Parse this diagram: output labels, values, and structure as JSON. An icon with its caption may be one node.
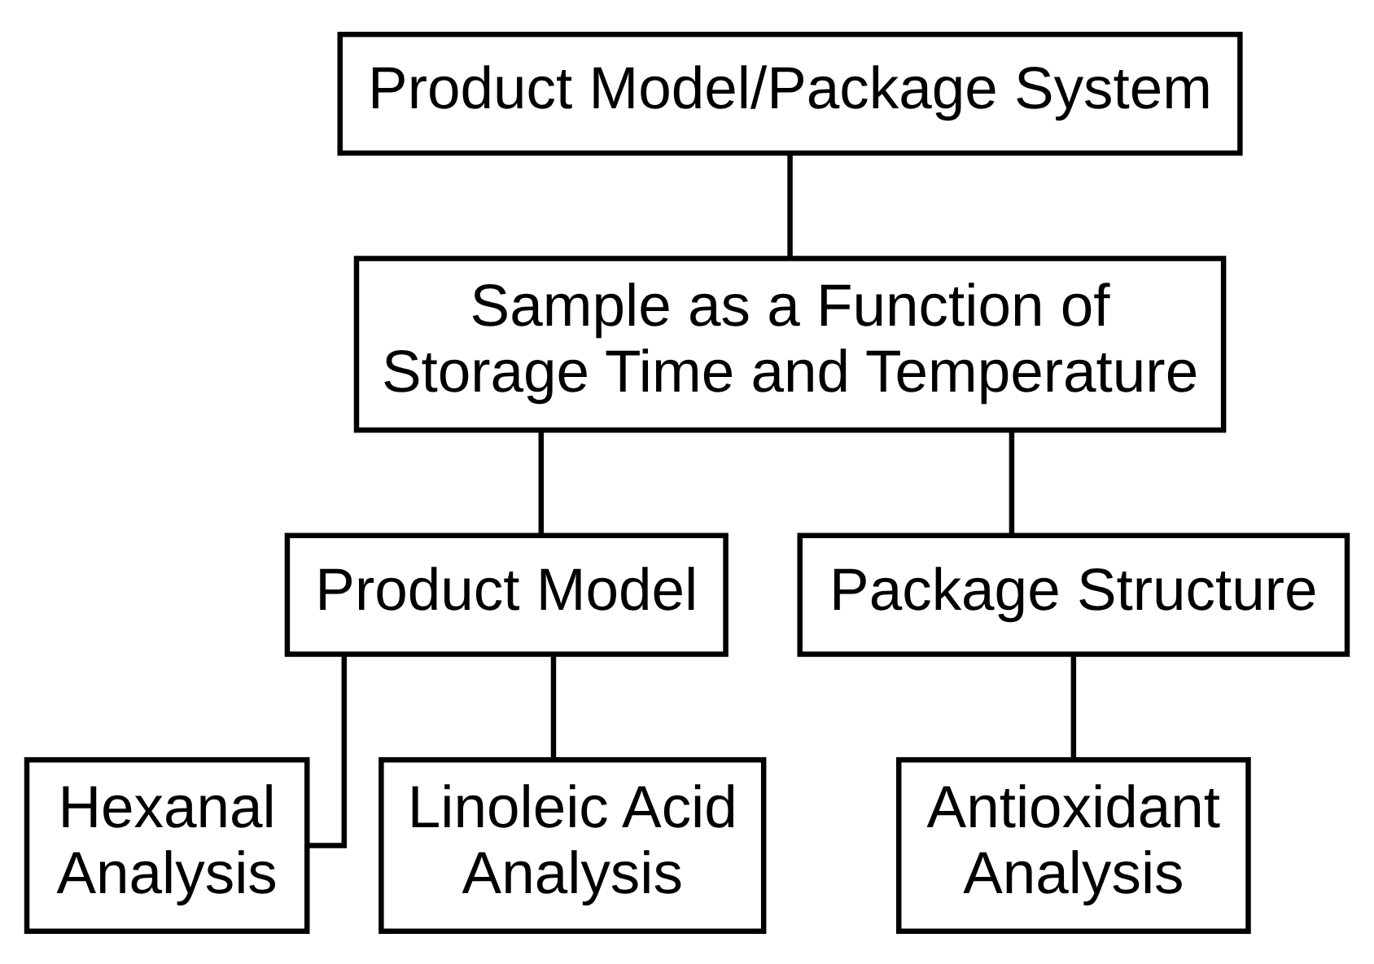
{
  "diagram": {
    "nodes": [
      {
        "text": [
          "Product Model/Package System"
        ]
      },
      {
        "text": [
          "Sample as a Function of Storage Time and Temperature"
        ]
      },
      {
        "text": [
          "Product Model"
        ]
      },
      {
        "text": [
          "Package Structure"
        ]
      },
      {
        "text": [
          "Hexanal Analysis"
        ]
      },
      {
        "text": [
          "Linoleic Acid Analysis"
        ]
      },
      {
        "text": [
          "Antioxidant Analysis"
        ]
      }
    ],
    "edges": [
      {
        "from": 0,
        "to": 1,
        "arrow": "none"
      },
      {
        "from": 1,
        "to": 2,
        "arrow": "none"
      },
      {
        "from": 1,
        "to": 3,
        "arrow": "none"
      },
      {
        "from": 2,
        "to": 4,
        "arrow": "none"
      },
      {
        "from": 2,
        "to": 5,
        "arrow": "none"
      },
      {
        "from": 3,
        "to": 6,
        "arrow": "none"
      }
    ]
  }
}
